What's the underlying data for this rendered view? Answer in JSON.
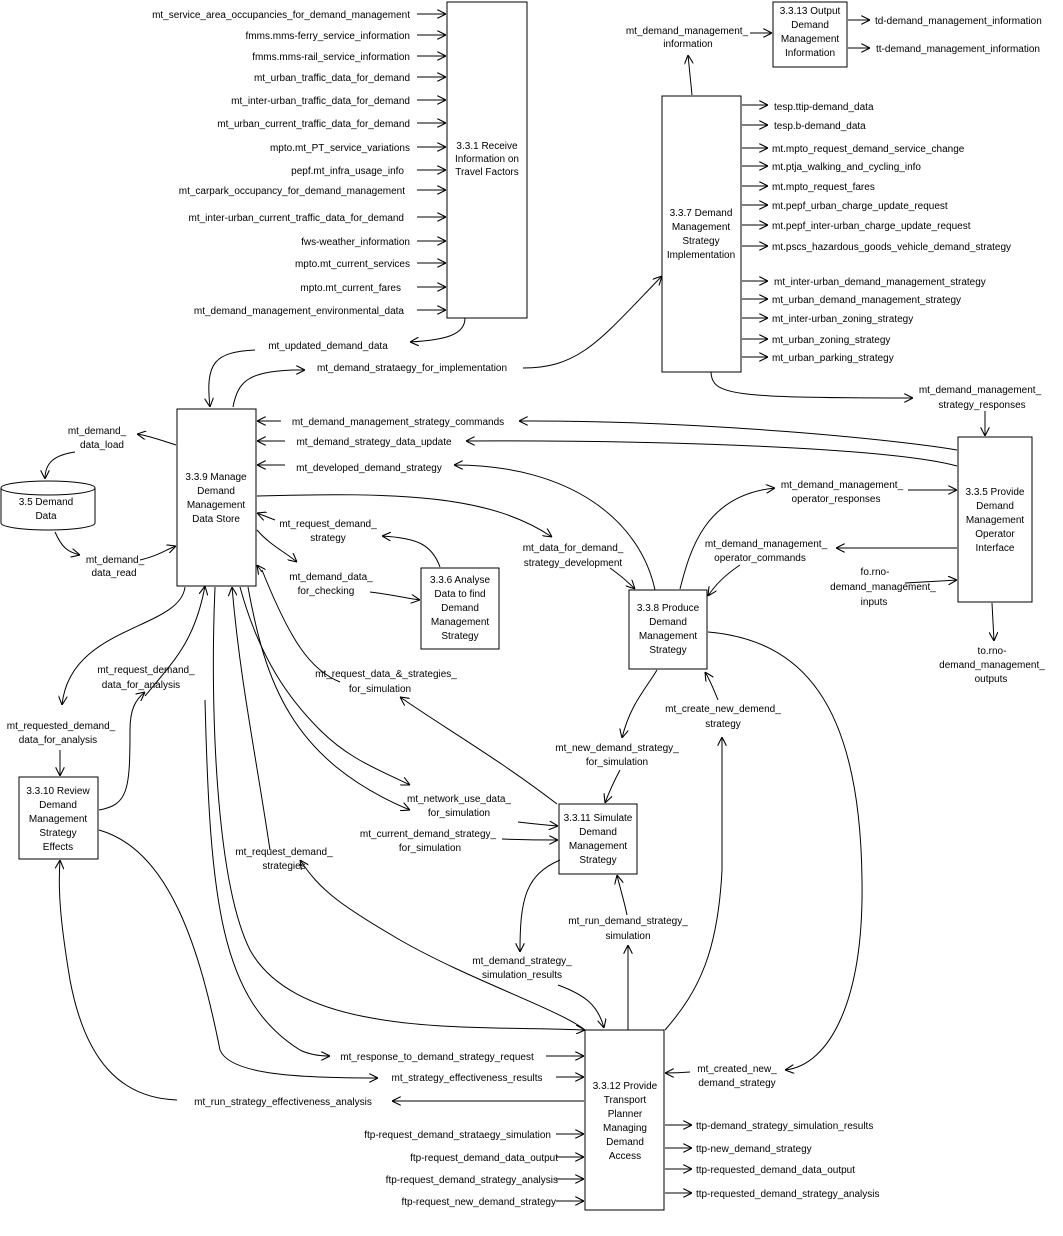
{
  "processes": {
    "p331": [
      "3.3.1 Receive",
      "Information on",
      "Travel Factors"
    ],
    "p3313": [
      "3.3.13 Output",
      "Demand",
      "Management",
      "Information"
    ],
    "p337": [
      "3.3.7 Demand",
      "Management",
      "Strategy",
      "Implementation"
    ],
    "p339": [
      "3.3.9 Manage",
      "Demand",
      "Management",
      "Data Store"
    ],
    "p35": [
      "3.5 Demand",
      "Data"
    ],
    "p336": [
      "3.3.6 Analyse",
      "Data to find",
      "Demand",
      "Management",
      "Strategy"
    ],
    "p338": [
      "3.3.8 Produce",
      "Demand",
      "Management",
      "Strategy"
    ],
    "p335": [
      "3.3.5 Provide",
      "Demand",
      "Management",
      "Operator",
      "Interface"
    ],
    "p3310": [
      "3.3.10 Review",
      "Demand",
      "Management",
      "Strategy",
      "Effects"
    ],
    "p3311": [
      "3.3.11 Simulate",
      "Demand",
      "Management",
      "Strategy"
    ],
    "p3312": [
      "3.3.12 Provide",
      "Transport",
      "Planner",
      "Managing",
      "Demand",
      "Access"
    ]
  },
  "flows": {
    "in331": [
      "mt_service_area_occupancies_for_demand_management",
      "fmms.mms-ferry_service_information",
      "fmms.mms-rail_service_information",
      "mt_urban_traffic_data_for_demand",
      "mt_inter-urban_traffic_data_for_demand",
      "mt_urban_current_traffic_data_for_demand",
      "mpto.mt_PT_service_variations",
      "pepf.mt_infra_usage_info",
      "mt_carpark_occupancy_for_demand_management",
      "mt_inter-urban_current_traffic_data_for_demand",
      "fws-weather_information",
      "mpto.mt_current_services",
      "mpto.mt_current_fares",
      "mt_demand_management_environmental_data"
    ],
    "out337": [
      "tesp.ttip-demand_data",
      "tesp.b-demand_data",
      "mt.mpto_request_demand_service_change",
      "mt.ptja_walking_and_cycling_info",
      "mt.mpto_request_fares",
      "mt.pepf_urban_charge_update_request",
      "mt.pepf_inter-urban_charge_update_request",
      "mt.pscs_hazardous_goods_vehicle_demand_strategy",
      "mt_inter-urban_demand_management_strategy",
      "mt_urban_demand_management_strategy",
      "mt_inter-urban_zoning_strategy",
      "mt_urban_zoning_strategy",
      "mt_urban_parking_strategy"
    ],
    "out3313": [
      "td-demand_management_information",
      "tt-demand_management_information"
    ],
    "dm_info": [
      "mt_demand_management_",
      "information"
    ],
    "updated_data": "mt_updated_demand_data",
    "strat_impl": "mt_demand_strataegy_for_implementation",
    "dm_responses": [
      "mt_demand_management_",
      "strategy_responses"
    ],
    "strategy_commands": "mt_demand_management_strategy_commands",
    "data_update": "mt_demand_strategy_data_update",
    "developed": "mt_developed_demand_strategy",
    "data_load": [
      "mt_demand_",
      "data_load"
    ],
    "data_read": [
      "mt_demand_",
      "data_read"
    ],
    "req_strategy": [
      "mt_request_demand_",
      "strategy"
    ],
    "for_checking": [
      "mt_demand_data_",
      "for_checking"
    ],
    "for_dev": [
      "mt_data_for_demand_",
      "strategy_development"
    ],
    "op_responses": [
      "mt_demand_management_",
      "operator_responses"
    ],
    "op_commands": [
      "mt_demand_management_",
      "operator_commands"
    ],
    "fo_inputs": [
      "fo.rno-",
      "demand_management_",
      "inputs"
    ],
    "to_outputs": [
      "to.rno-",
      "demand_management_",
      "outputs"
    ],
    "req_for_analysis": [
      "mt_request_demand_",
      "data_for_analysis"
    ],
    "requested_for_analysis": [
      "mt_requested_demand_",
      "data_for_analysis"
    ],
    "req_for_sim": [
      "mt_request_data_&_strategies_",
      "for_simulation"
    ],
    "create_new": [
      "mt_create_new_demend_",
      "strategy"
    ],
    "new_for_sim": [
      "mt_new_demand_strategy_",
      "for_simulation"
    ],
    "network_use": [
      "mt_network_use_data_",
      "for_simulation"
    ],
    "current_for_sim": [
      "mt_current_demand_strategy_",
      "for_simulation"
    ],
    "req_strategies": [
      "mt_request_demand_",
      "strategies"
    ],
    "run_sim": [
      "mt_run_demand_strategy_",
      "simulation"
    ],
    "sim_results": [
      "mt_demand_strategy_",
      "simulation_results"
    ],
    "created_new": [
      "mt_created_new_",
      "demand_strategy"
    ],
    "response_req": "mt_response_to_demand_strategy_request",
    "effectiveness_results": "mt_strategy_effectiveness_results",
    "run_effectiveness": "mt_run_strategy_effectiveness_analysis",
    "in3312": [
      "ftp-request_demand_strataegy_simulation",
      "ftp-request_demand_data_output",
      "ftp-request_demand_strategy_analysis",
      "ftp-request_new_demand_strategy"
    ],
    "out3312": [
      "ttp-demand_strategy_simulation_results",
      "ttp-new_demand_strategy",
      "ttp-requested_demand_data_output",
      "ttp-requested_demand_strategy_analysis"
    ]
  }
}
